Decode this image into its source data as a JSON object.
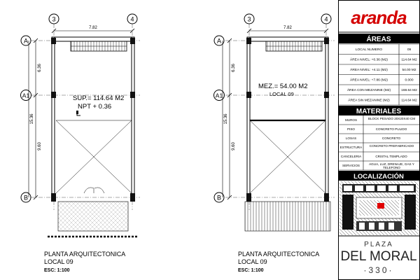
{
  "brand": {
    "logo_text": "aranda"
  },
  "grid": {
    "col3": "3",
    "col4": "4",
    "rowA": "A",
    "rowA1": "A1",
    "rowB": "B"
  },
  "dims": {
    "width": "7.82",
    "top_seg": "6.36",
    "total": "15.36",
    "bottom_seg": "9.60"
  },
  "plan_left": {
    "area_label": "SUP.= 114.64 M2",
    "level_label": "NPT + 0.36",
    "title": "PLANTA ARQUITECTONICA",
    "subtitle": "LOCAL 09",
    "scale": "ESC: 1:100"
  },
  "plan_right": {
    "area_label": "MEZ.= 54.00 M2",
    "local_label": "LOCAL 09",
    "title": "PLANTA ARQUITECTONICA",
    "subtitle": "LOCAL 09",
    "scale": "ESC: 1:100"
  },
  "areas": {
    "header": "ÁREAS",
    "rows": [
      {
        "label": "LOCAL NUMERO",
        "value": "09"
      },
      {
        "label": "ÁREA NIVEL: +0.36 (M2)",
        "value": "114.64 M2"
      },
      {
        "label": "ÁREA NIVEL: +4.11 (M2)",
        "value": "54.00 M2"
      },
      {
        "label": "ÁREA NIVEL: +7.86 (M2)",
        "value": "0.000"
      },
      {
        "label": "ÁREA CON MEZANINE (M2)",
        "value": "168.64 M2"
      },
      {
        "label": "ÁREA SIN MEZANINE (M2)",
        "value": "114.64 M2"
      }
    ]
  },
  "materials": {
    "header": "MATERIALES",
    "rows": [
      {
        "label": "MUROS",
        "value": "BLOCK PESADO 20X20X40 CM"
      },
      {
        "label": "PISO",
        "value": "CONCRETO PULIDO"
      },
      {
        "label": "LOSAS",
        "value": "CONCRETO"
      },
      {
        "label": "ESTRUCTURA",
        "value": "CONCRETO PREFABRICADO"
      },
      {
        "label": "CANCELERIA",
        "value": "CRISTAL TEMPLADO"
      },
      {
        "label": "SERVICIOS",
        "value": "AGUA, LUZ, DRENAJE, GAS Y TELEFONO"
      }
    ]
  },
  "location": {
    "header": "LOCALIZACIÓN"
  },
  "plaza": {
    "line1": "PLAZA",
    "line2": "DEL MORAL",
    "line3": "·330·"
  }
}
